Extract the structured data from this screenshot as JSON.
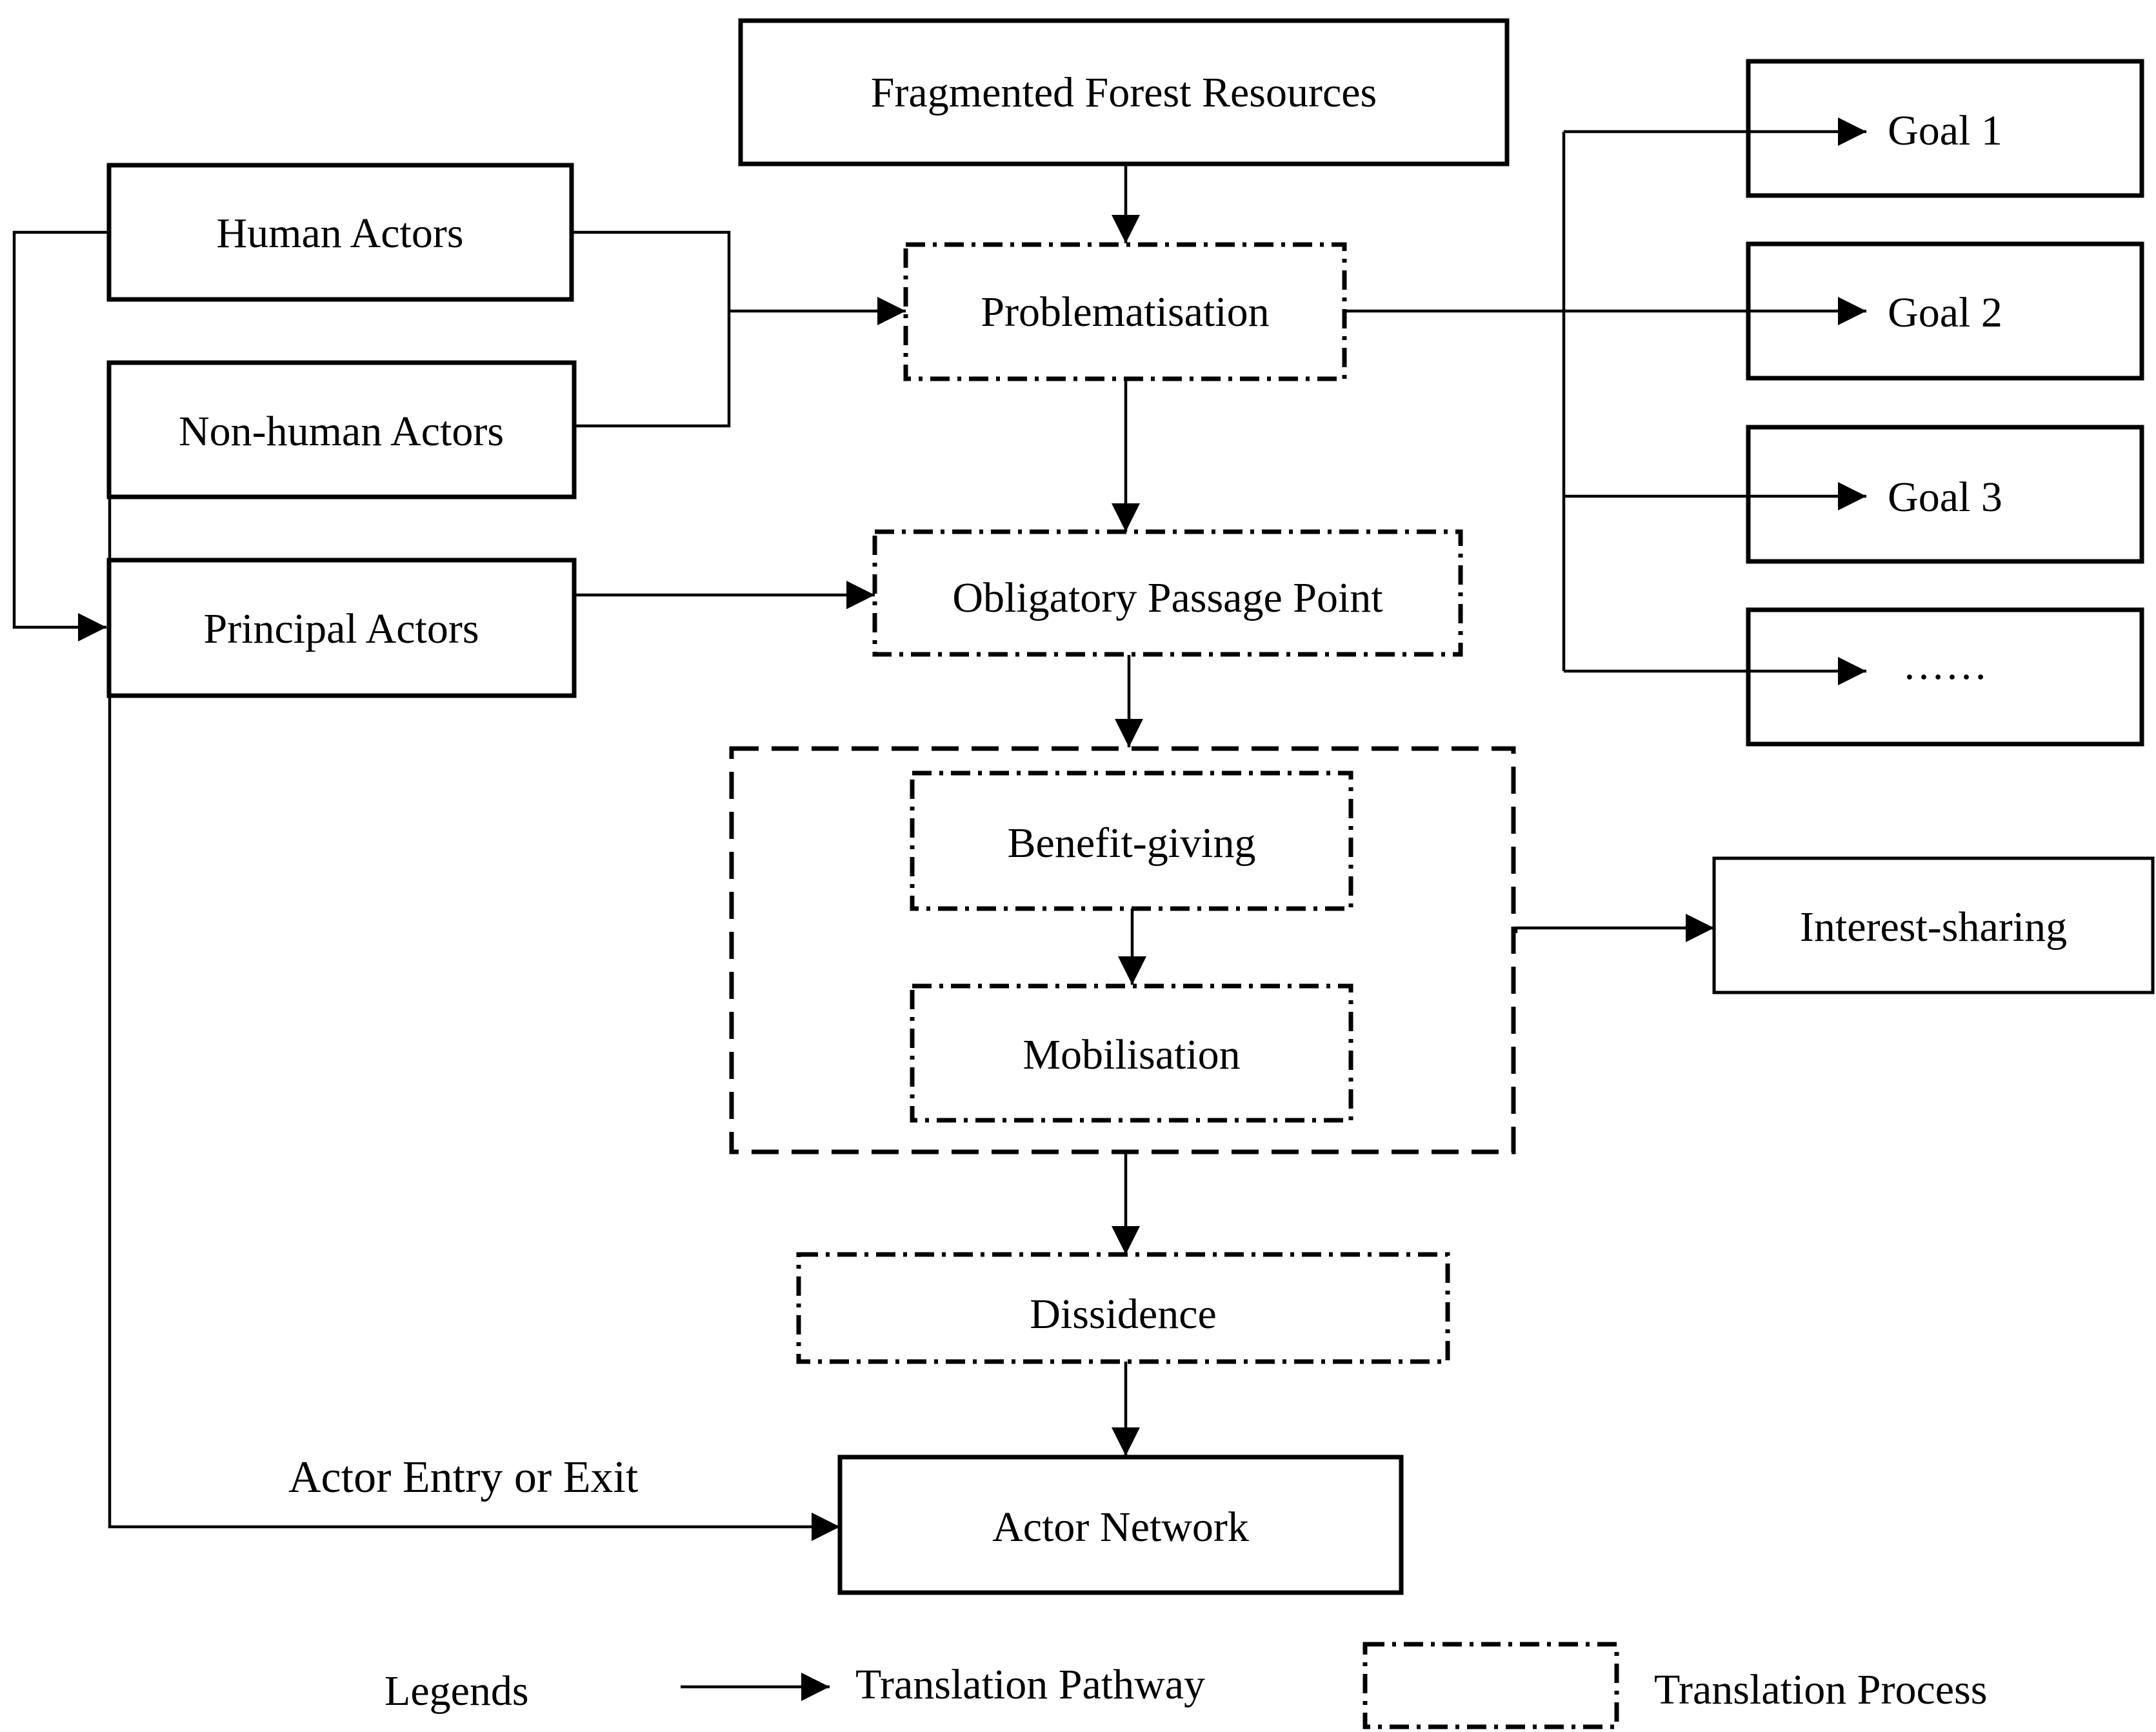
{
  "nodes": {
    "fragmented_forest_resources": "Fragmented Forest Resources",
    "human_actors": "Human Actors",
    "non_human_actors": "Non-human Actors",
    "principal_actors": "Principal Actors",
    "problematisation": "Problematisation",
    "obligatory_passage_point": "Obligatory Passage Point",
    "benefit_giving": "Benefit-giving",
    "mobilisation": "Mobilisation",
    "interest_sharing": "Interest-sharing",
    "dissidence": "Dissidence",
    "actor_network": "Actor Network",
    "goal_1": "Goal 1",
    "goal_2": "Goal 2",
    "goal_3": "Goal 3",
    "goal_more": "……"
  },
  "edge_labels": {
    "actor_entry_exit": "Actor Entry or Exit"
  },
  "legend": {
    "title": "Legends",
    "pathway": "Translation Pathway",
    "process": "Translation Process"
  }
}
